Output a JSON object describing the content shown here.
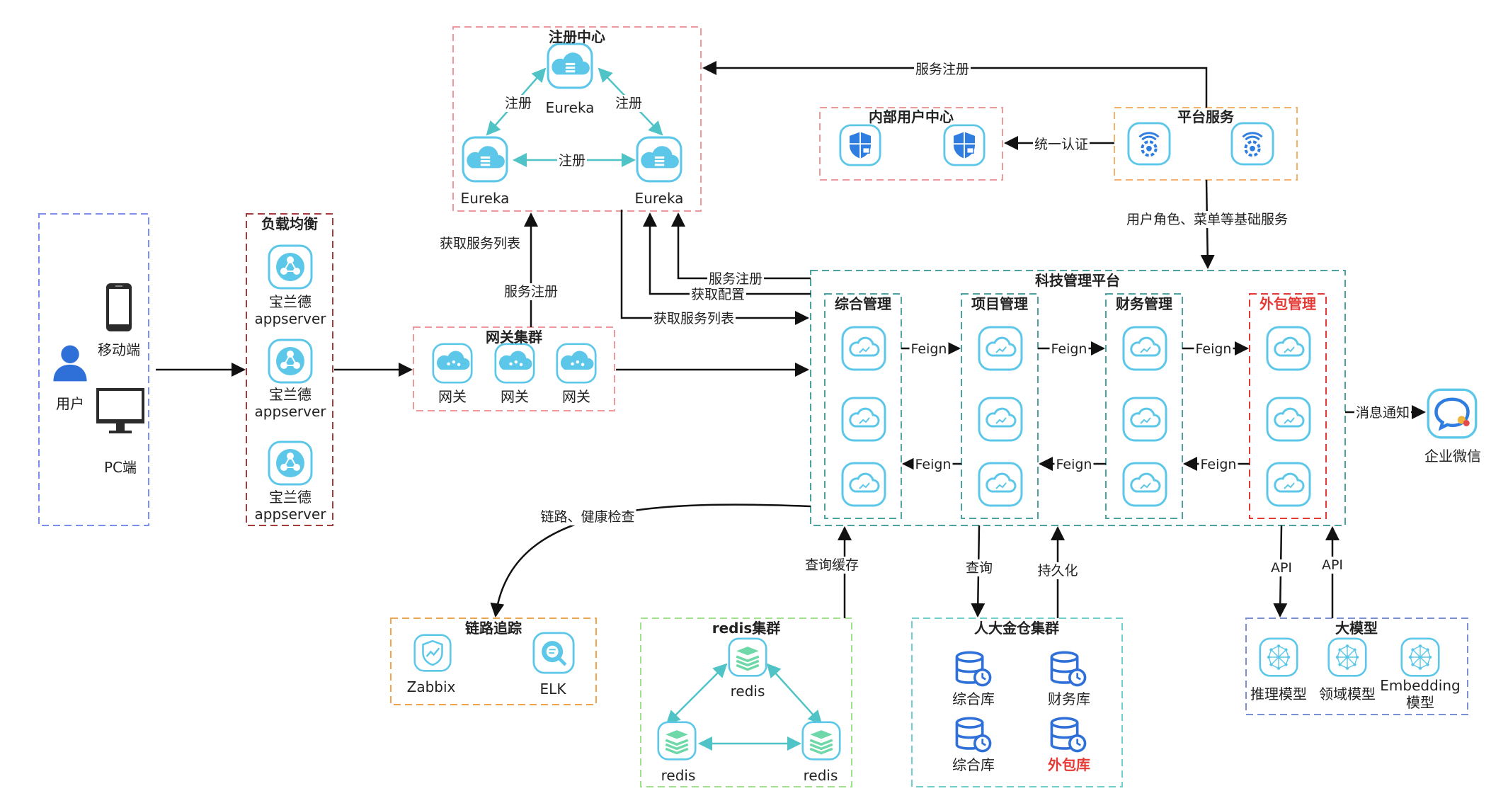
{
  "groups": {
    "registry": "注册中心",
    "internal_user": "内部用户中心",
    "platform": "平台服务",
    "load_balance": "负载均衡",
    "gateway_cluster": "网关集群",
    "tech_platform": "科技管理平台",
    "comprehensive": "综合管理",
    "project": "项目管理",
    "finance": "财务管理",
    "outsource": "外包管理",
    "trace": "链路追踪",
    "redis_cluster": "redis集群",
    "db_cluster": "人大金仓集群",
    "big_model": "大模型"
  },
  "nodes": {
    "eureka": "Eureka",
    "mobile": "移动端",
    "user": "用户",
    "pc": "PC端",
    "lb_name": "宝兰德",
    "lb_server": "appserver",
    "gateway": "网关",
    "wechat": "企业微信",
    "zabbix": "Zabbix",
    "elk": "ELK",
    "redis": "redis",
    "db_comprehensive": "综合库",
    "db_finance": "财务库",
    "db_outsource": "外包库",
    "model_reasoning": "推理模型",
    "model_domain": "领域模型",
    "model_embedding_1": "Embedding",
    "model_embedding_2": "模型"
  },
  "edges": {
    "register": "注册",
    "service_register": "服务注册",
    "unified_auth": "统一认证",
    "basic_services": "用户角色、菜单等基础服务",
    "get_service_list": "获取服务列表",
    "get_config": "获取配置",
    "feign": "Feign",
    "message_notify": "消息通知",
    "trace_health": "链路、健康检查",
    "query_cache": "查询缓存",
    "query": "查询",
    "persist": "持久化",
    "api": "API"
  },
  "colors": {
    "registry_border": "#ef9a9a",
    "platform_border": "#f5b26b",
    "user_border": "#7b8ff0",
    "lb_border": "#a53a3a",
    "tech_border": "#4aa3a0",
    "trace_border": "#f0a24c",
    "redis_border": "#9ee28a",
    "db_border": "#6ed0cc",
    "model_border": "#7b8fd8",
    "outsource_border": "#e53935",
    "cyan_icon": "#5cc7e8",
    "teal_arrow": "#4fc3c6",
    "blue_icon": "#3b82f6"
  }
}
